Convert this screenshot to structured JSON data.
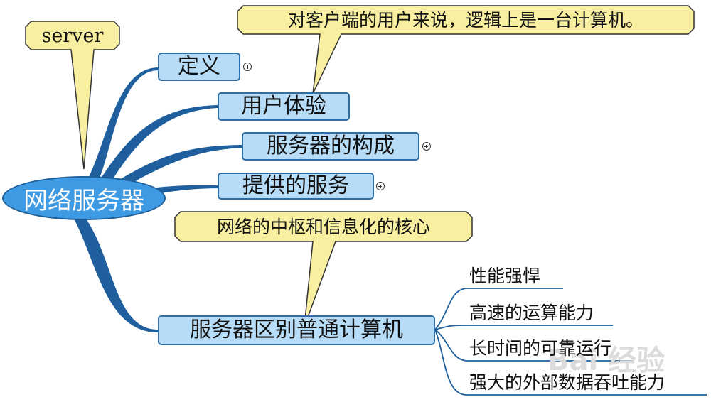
{
  "root": {
    "label": "网络服务器"
  },
  "callouts": {
    "server": "server",
    "logical": "对客户端的用户来说，逻辑上是一台计算机。",
    "core": "网络的中枢和信息化的核心"
  },
  "branches": {
    "definition": "定义",
    "user_experience": "用户体验",
    "composition": "服务器的构成",
    "services": "提供的服务",
    "difference": "服务器区别普通计算机"
  },
  "leaves": [
    "性能强悍",
    "高速的运算能力",
    "长时间的可靠运行",
    "强大的外部数据吞吐能力"
  ],
  "watermark": "Bai 经验",
  "colors": {
    "branch_fill": "#b7dcf7",
    "root_fill": "#3f9ae4",
    "connector": "#1f5f9e",
    "callout_fill": "#f8f0a0"
  }
}
